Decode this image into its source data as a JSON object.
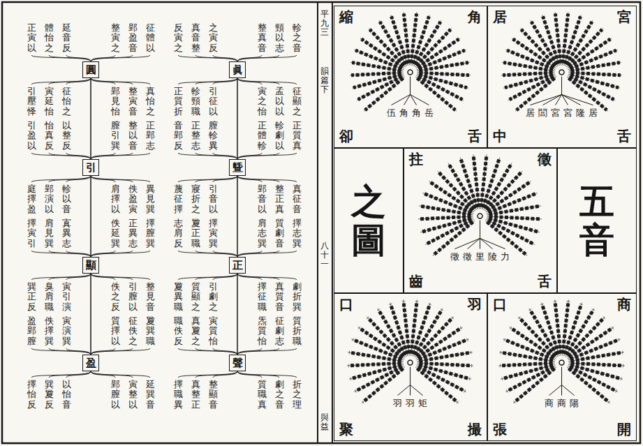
{
  "diagram": {
    "nodes": [
      {
        "text": [
          "縮",
          "角",
          "卻",
          "舌",
          "伍",
          "角",
          "角",
          "岳"
        ]
      },
      {
        "text": [
          "居",
          "宮",
          "中",
          "舌",
          "居",
          "閭",
          "宮",
          "宮",
          "隆",
          "居"
        ]
      },
      {
        "text": [
          "之圖"
        ]
      },
      {
        "text": [
          "拄",
          "徵",
          "齒",
          "舌",
          "徵",
          "徵",
          "里",
          "陵",
          "力"
        ]
      },
      {
        "text": [
          "五音"
        ]
      },
      {
        "text": [
          "口",
          "羽",
          "聚",
          "撮",
          "羽",
          "羽",
          "矩"
        ]
      },
      {
        "text": [
          "口",
          "商",
          "張",
          "開",
          "商",
          "商",
          "陽"
        ]
      },
      {
        "text": [
          "圓"
        ]
      },
      {
        "text": [
          "引"
        ]
      },
      {
        "text": [
          "顯"
        ]
      },
      {
        "text": [
          "盈"
        ]
      },
      {
        "text": [
          "眞"
        ]
      },
      {
        "text": [
          "曁"
        ]
      },
      {
        "text": [
          "正"
        ]
      },
      {
        "text": [
          "聲"
        ]
      }
    ],
    "edges": [
      {
        "from": 7,
        "to": 8,
        "arrow": "none"
      },
      {
        "from": 8,
        "to": 9,
        "arrow": "none"
      },
      {
        "from": 9,
        "to": 10,
        "arrow": "none"
      },
      {
        "from": 11,
        "to": 12,
        "arrow": "none"
      },
      {
        "from": 12,
        "to": 13,
        "arrow": "none"
      },
      {
        "from": 13,
        "to": 14,
        "arrow": "none"
      }
    ],
    "labels": [
      "平九三",
      "韻篇下",
      "八十一",
      "與益",
      "正寅以",
      "體怡之",
      "延音反",
      "整寅之",
      "郢盈音",
      "征體以",
      "引壓怿",
      "寅延怡",
      "征怡之",
      "郢見怡",
      "整寅音",
      "真怡之",
      "引盈以",
      "怡真反",
      "以整反",
      "膣引巽",
      "整以音",
      "正郢志",
      "庭擇盈",
      "郢演以",
      "軫以音",
      "肩擇以",
      "佚盈寅",
      "異見巽",
      "擇寅引",
      "肩見巽",
      "寘異志",
      "佚延巽",
      "正異志",
      "擇膣巽",
      "巽正反",
      "臭肩職",
      "寅引演",
      "佚之反",
      "引膣以",
      "整見音",
      "盈郢膣",
      "佚擇巽",
      "寅演巽",
      "質擇以",
      "征佚之",
      "夐巽職",
      "擇怡反",
      "巽夐反",
      "以怡音",
      "郢膣以",
      "寅整以",
      "延巽音",
      "反寅之",
      "真音整",
      "之寅反",
      "整真音",
      "頸以志",
      "軫之音",
      "正質折",
      "軫頸職",
      "引征以",
      "寅之怡",
      "孟以以",
      "征顯之",
      "音郢反",
      "正整志",
      "膣軫異",
      "正體軫",
      "軫劇以",
      "正質真",
      "蔑征擇",
      "寢折之",
      "引音以",
      "郢音以",
      "整正真",
      "真征音",
      "志肩反",
      "夐正職",
      "擇寅巽",
      "肩志巽",
      "質劇音",
      "擇志巽",
      "夐異職",
      "質顯之",
      "引劇之",
      "擇征職",
      "真質音",
      "劇折巽",
      "職佚反",
      "真夐之",
      "寅質怡",
      "炁質怡",
      "征劇志",
      "質折職",
      "擇職異",
      "真整正",
      "整顯音",
      "質職真",
      "劇之音",
      "折之理"
    ]
  }
}
